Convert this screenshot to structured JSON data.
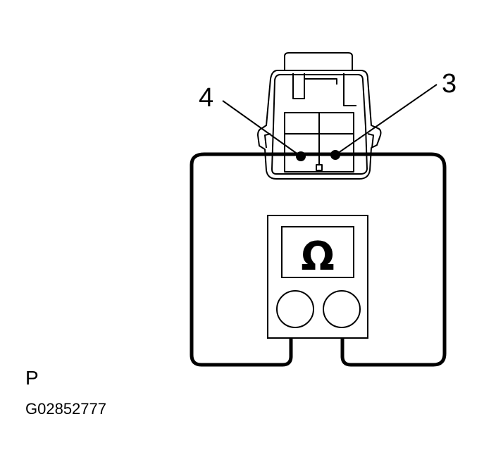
{
  "labels": {
    "pin_4": "4",
    "pin_3": "3",
    "panel": "P",
    "figure_id": "G02852777"
  },
  "meter": {
    "display_symbol": "Ω",
    "icon": "ohmmeter-icon"
  },
  "connector": {
    "icon": "two-pin-connector-icon"
  },
  "colors": {
    "ink": "#000000",
    "paper": "#ffffff"
  }
}
